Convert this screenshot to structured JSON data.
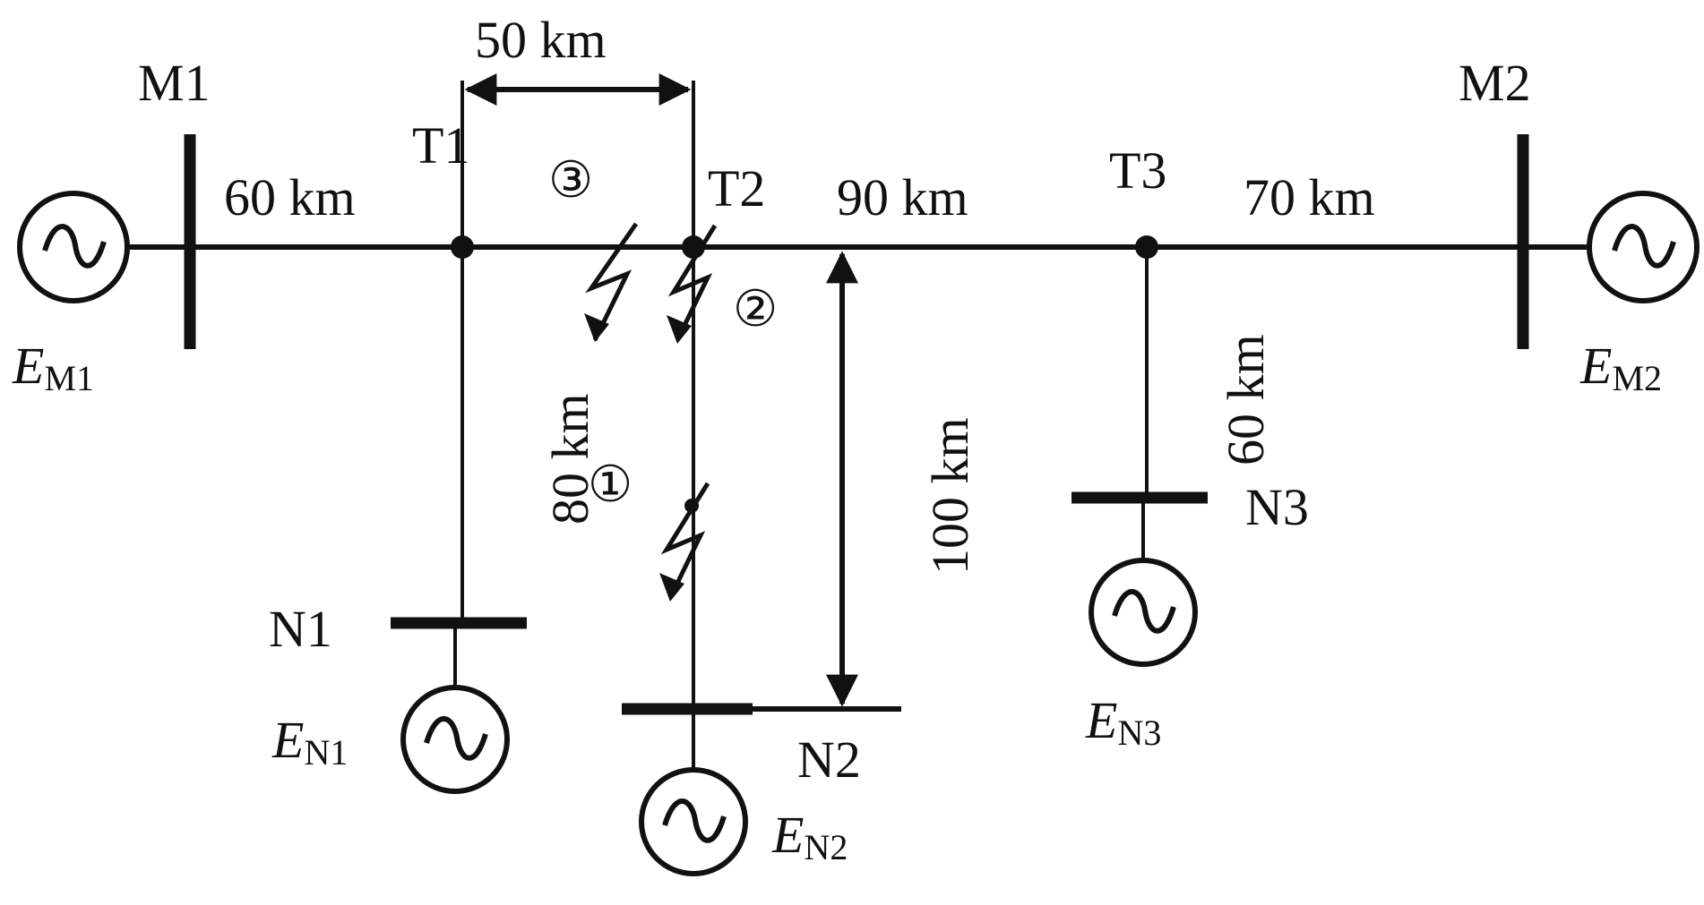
{
  "labels": {
    "M1": "M1",
    "M2": "M2",
    "T1": "T1",
    "T2": "T2",
    "T3": "T3",
    "N1": "N1",
    "N2": "N2",
    "N3": "N3"
  },
  "distances": {
    "M1_T1": "60 km",
    "T1_T2": "50 km",
    "T2_T3": "90 km",
    "T3_M2": "70 km",
    "T1_N1": "80 km",
    "T2_N2": "100 km",
    "T3_N3": "60 km"
  },
  "sources": {
    "EM1": {
      "base": "E",
      "sub": "M1"
    },
    "EM2": {
      "base": "E",
      "sub": "M2"
    },
    "EN1": {
      "base": "E",
      "sub": "N1"
    },
    "EN2": {
      "base": "E",
      "sub": "N2"
    },
    "EN3": {
      "base": "E",
      "sub": "N3"
    }
  },
  "faults": {
    "f1": "①",
    "f2": "②",
    "f3": "③"
  },
  "colors": {
    "line": "#111111",
    "background": "#ffffff"
  }
}
